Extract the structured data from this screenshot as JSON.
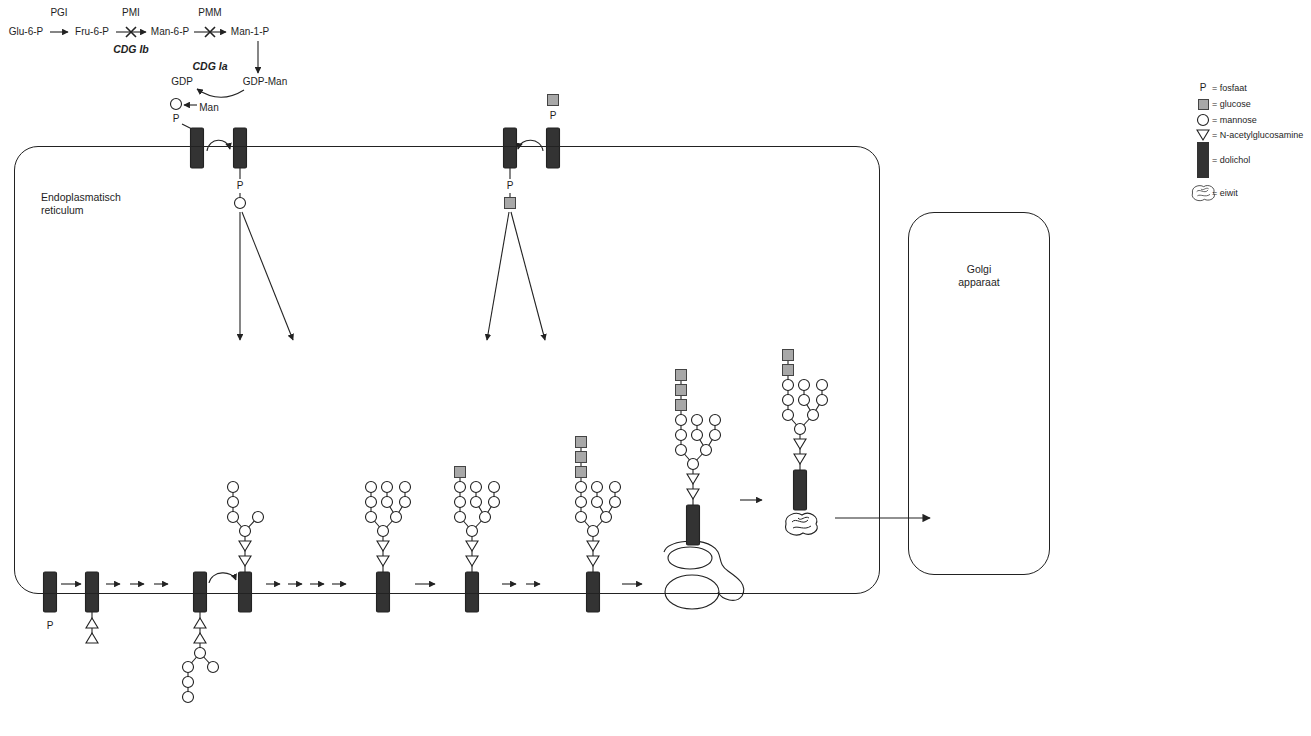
{
  "diagram": {
    "nodes": [
      {
        "text": [
          "Endoplasmatisch reticulum"
        ]
      },
      {
        "text": [
          "Golgi apparaat"
        ]
      }
    ],
    "edges": [
      {
        "from": 0,
        "to": 1,
        "arrow": "to"
      }
    ],
    "labels": [
      "PGI",
      "PMI",
      "PMM",
      "Glu-6-P",
      "Fru-6-P",
      "Man-6-P",
      "Man-1-P",
      "CDG Ib",
      "CDG Ia",
      "GDP",
      "GDP-Man",
      "Man",
      "P",
      "P",
      "P",
      "P",
      "P",
      "P"
    ],
    "legend": [
      {
        "text": "= fosfaat"
      },
      {
        "text": "= glucose",
        "color": "#a8a8a8"
      },
      {
        "text": "= mannose"
      },
      {
        "text": "= N-acetylglucosamine"
      },
      {
        "text": "= dolichol",
        "color": "#333333"
      },
      {
        "text": "= eiwit"
      }
    ]
  }
}
